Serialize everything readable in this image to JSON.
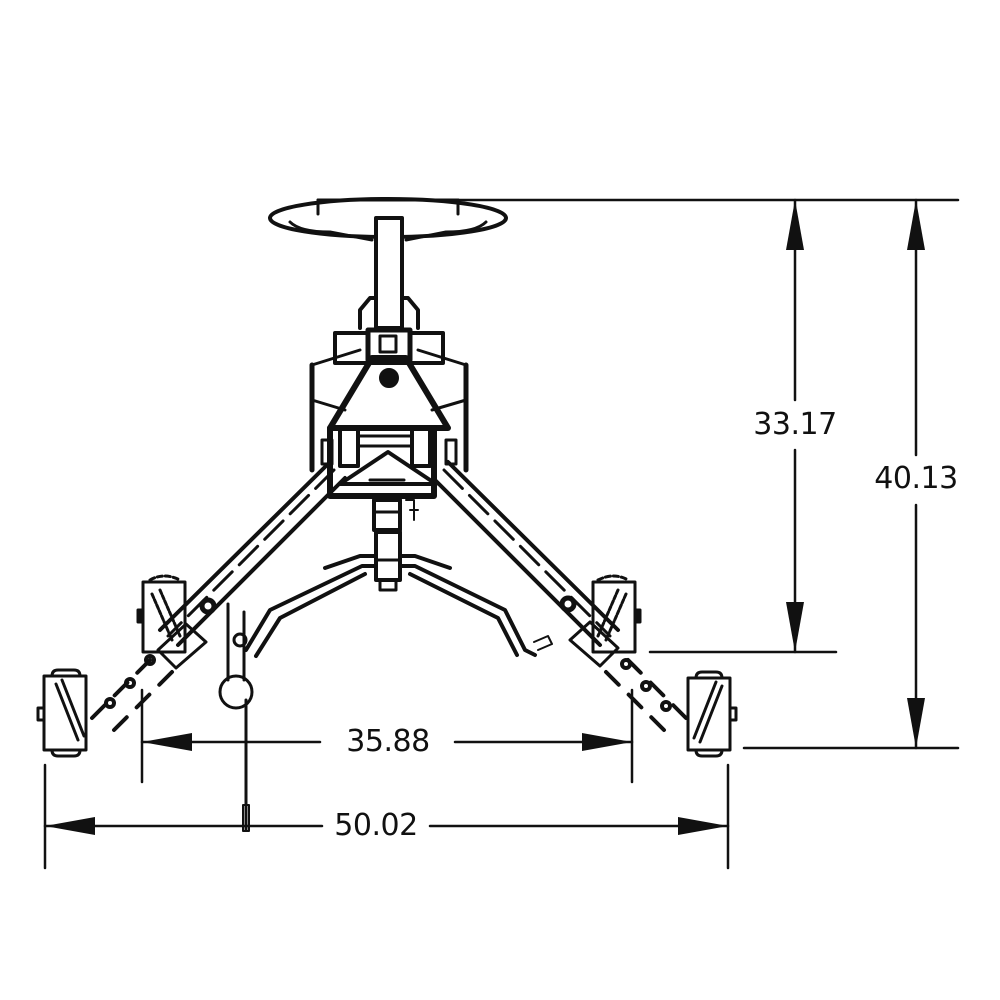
{
  "drawing": {
    "subject": "tripod stand with top handwheel and three outrigger legs with casters",
    "view": "front elevation",
    "line_color": "#111111",
    "background": "#ffffff"
  },
  "dimensions": {
    "height_upper": {
      "label": "33.17",
      "orientation": "vertical"
    },
    "height_overall": {
      "label": "40.13",
      "orientation": "vertical"
    },
    "width_inner": {
      "label": "35.88",
      "orientation": "horizontal"
    },
    "width_overall": {
      "label": "50.02",
      "orientation": "horizontal"
    }
  }
}
